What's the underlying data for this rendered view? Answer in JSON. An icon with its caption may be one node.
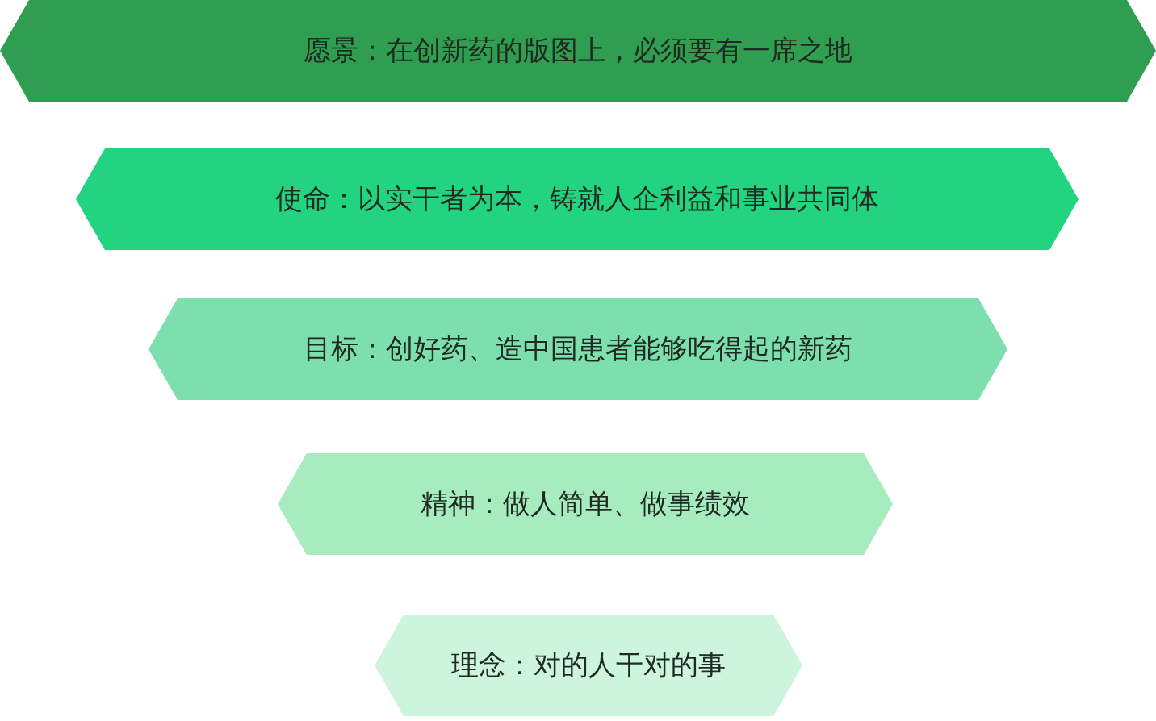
{
  "diagram": {
    "nodes": [
      {
        "text": [
          "愿景：在创新药的版图上，必须要有一席之地"
        ]
      },
      {
        "text": [
          "使命：以实干者为本，铸就人企利益和事业共同体"
        ]
      },
      {
        "text": [
          "目标：创好药、造中国患者能够吃得起的新药"
        ]
      },
      {
        "text": [
          "精神：做人简单、做事绩效"
        ]
      },
      {
        "text": [
          "理念：对的人干对的事"
        ]
      }
    ]
  }
}
